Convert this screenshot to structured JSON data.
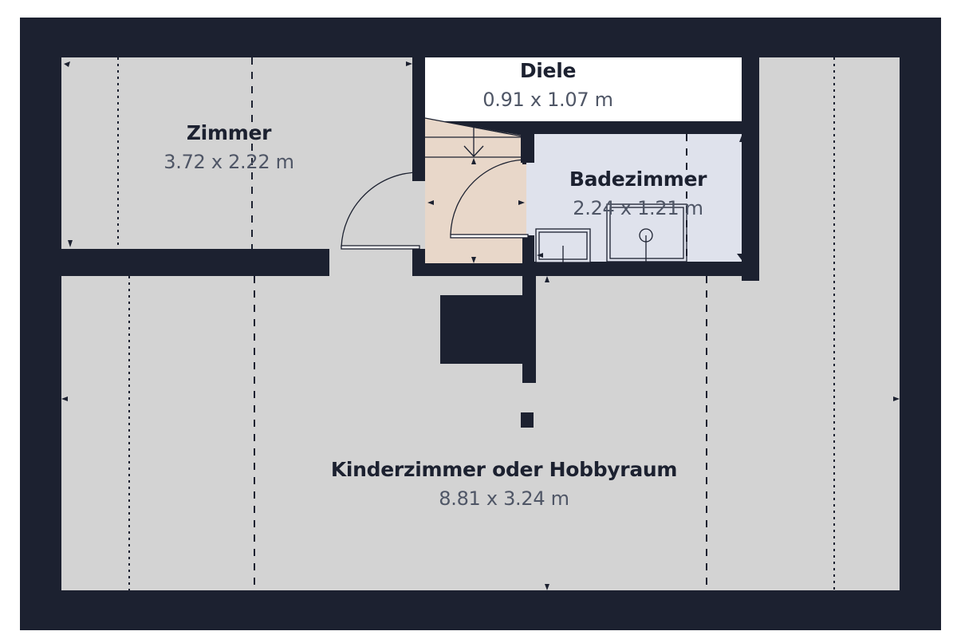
{
  "colors": {
    "wall": "#1c2130",
    "room_gray": "#d3d3d3",
    "hall_white": "#ffffff",
    "stair_beige": "#e8d7c9",
    "bath_blue": "#dfe2ec",
    "name_text": "#1c2130",
    "dim_text": "#4f5666"
  },
  "rooms": [
    {
      "id": "zimmer",
      "name": "Zimmer",
      "dimensions": "3.72 x 2.22 m"
    },
    {
      "id": "diele",
      "name": "Diele",
      "dimensions": "0.91 x 1.07 m"
    },
    {
      "id": "badezimmer",
      "name": "Badezimmer",
      "dimensions": "2.24 x 1.21 m"
    },
    {
      "id": "kinderzimmer",
      "name": "Kinderzimmer oder Hobbyraum",
      "dimensions": "8.81 x 3.24 m"
    }
  ]
}
